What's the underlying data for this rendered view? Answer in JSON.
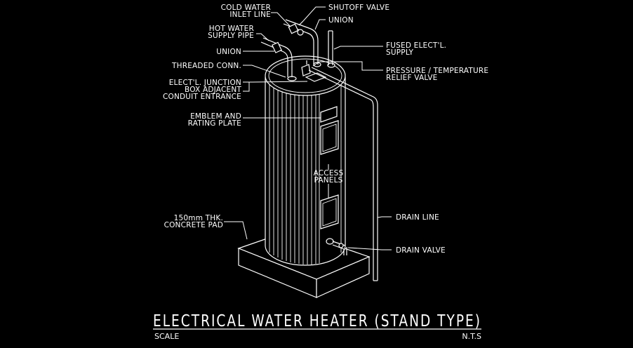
{
  "labels": {
    "cold_water_1": "COLD WATER",
    "cold_water_2": "INLET LINE",
    "shutoff_valve": "SHUTOFF VALVE",
    "union_top": "UNION",
    "hot_water_1": "HOT WATER",
    "hot_water_2": "SUPPLY PIPE",
    "union_left": "UNION",
    "threaded_conn": "THREADED CONN.",
    "junction_1": "ELECT'L. JUNCTION",
    "junction_2": "BOX ADJACENT",
    "junction_3": "CONDUIT ENTRANCE",
    "emblem_1": "EMBLEM AND",
    "emblem_2": "RATING PLATE",
    "fused_1": "FUSED ELECT'L.",
    "fused_2": "SUPPLY",
    "pressure_1": "PRESSURE / TEMPERATURE",
    "pressure_2": "RELIEF VALVE",
    "access_1": "ACCESS",
    "access_2": "PANELS",
    "drain_line": "DRAIN LINE",
    "drain_valve": "DRAIN VALVE",
    "pad_1": "150mm THK.",
    "pad_2": "CONCRETE PAD"
  },
  "title": "ELECTRICAL WATER HEATER (STAND TYPE)",
  "scale_label": "SCALE",
  "scale_value": "N.T.S",
  "colors": {
    "background": "#000000",
    "line": "#ffffff"
  }
}
